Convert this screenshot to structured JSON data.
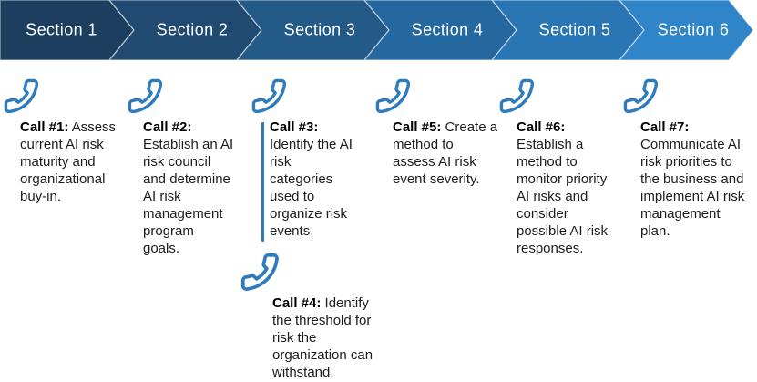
{
  "banner": {
    "sections": [
      {
        "label": "Section 1",
        "color": "#1d3e5f"
      },
      {
        "label": "Section 2",
        "color": "#204a71"
      },
      {
        "label": "Section 3",
        "color": "#235a87"
      },
      {
        "label": "Section 4",
        "color": "#24689f"
      },
      {
        "label": "Section 5",
        "color": "#2a76b4"
      },
      {
        "label": "Section 6",
        "color": "#2f85c8"
      }
    ],
    "divider_color": "#ffffff",
    "text_color": "#ffffff"
  },
  "calls": [
    {
      "label": "Call #1:",
      "text": "Assess current AI risk maturity and organizational buy-in."
    },
    {
      "label": "Call #2:",
      "text": "Establish an AI risk council and determine AI risk management program goals."
    },
    {
      "label": "Call #3:",
      "text": "Identify the AI risk categories used to organize risk events."
    },
    {
      "label": "Call #4:",
      "text": "Identify the threshold for risk the organization can withstand."
    },
    {
      "label": "Call #5:",
      "text": "Create a method to assess AI risk event severity."
    },
    {
      "label": "Call #6:",
      "text": "Establish a method to monitor priority AI risks and consider possible AI risk responses."
    },
    {
      "label": "Call #7:",
      "text": "Communicate AI risk priorities to the business and implement AI risk management plan."
    }
  ],
  "icons": {
    "phone": "phone-icon",
    "color": "#2e7cbd"
  },
  "accent_line_color": "#2e7cbd"
}
